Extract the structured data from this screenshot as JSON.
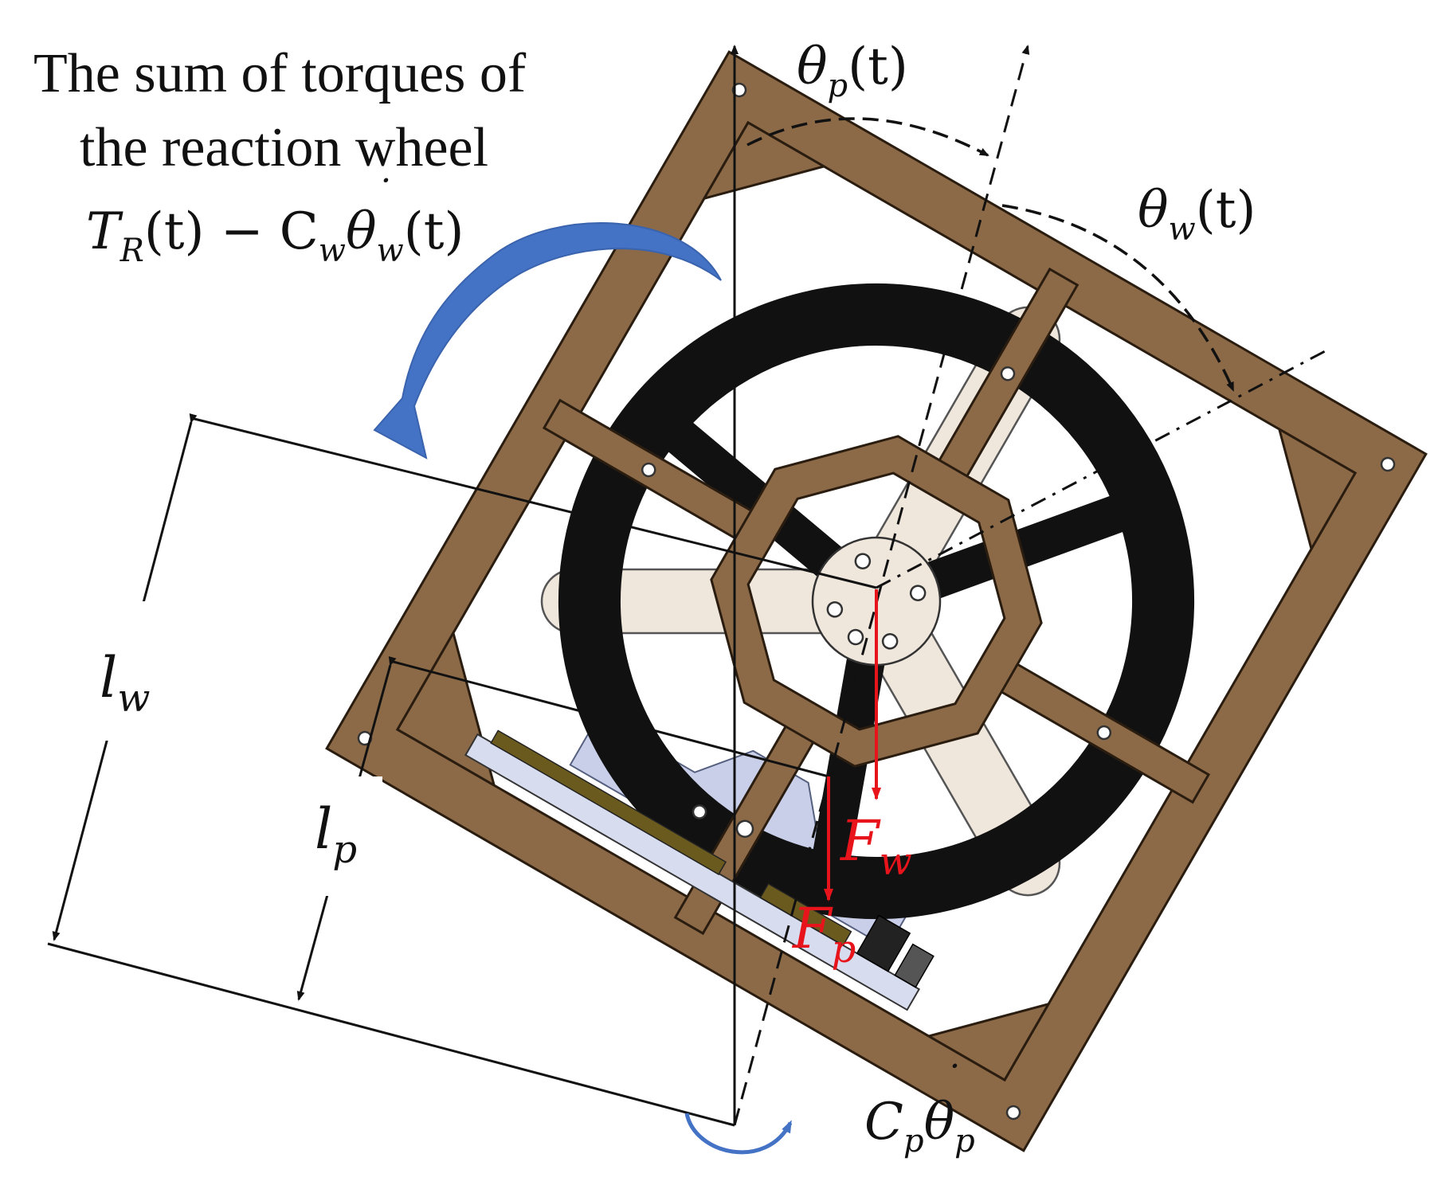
{
  "annotation": {
    "line1": "The sum of torques of",
    "line2": "the reaction wheel"
  },
  "equations": {
    "reaction_torque": {
      "T": "T",
      "T_sub": "R",
      "mid": "(t) − C",
      "C_sub": "w",
      "theta": "θ",
      "theta_sub": "w",
      "end": "(t)"
    },
    "theta_p": {
      "base": "θ",
      "sub": "p",
      "end": "(t)"
    },
    "theta_w": {
      "base": "θ",
      "sub": "w",
      "end": "(t)"
    },
    "l_w": {
      "base": "l",
      "sub": "w"
    },
    "l_p": {
      "base": "l",
      "sub": "p"
    },
    "F_w": {
      "base": "F",
      "sub": "w"
    },
    "F_p": {
      "base": "F",
      "sub": "p"
    },
    "damping": {
      "C": "C",
      "C_sub": "p",
      "theta": "θ",
      "theta_sub": "p"
    }
  },
  "colors": {
    "frame": "#8c6a48",
    "frame_edge": "#2a1d10",
    "wheel": "#111111",
    "hub": "#efe6dc",
    "motor": "#c9cfe9",
    "torque_arrow": "#4472c4",
    "force": "#e8141c"
  }
}
